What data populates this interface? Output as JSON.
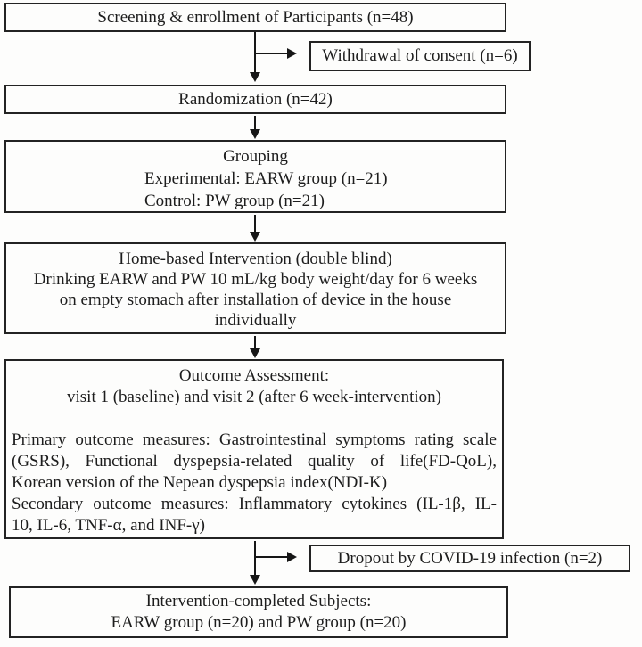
{
  "diagram": {
    "colors": {
      "border": "#232323",
      "text": "#1d1d1d",
      "background": "#fdfdfc",
      "arrow": "#161616"
    },
    "screening": {
      "text": "Screening & enrollment of Participants (n=48)"
    },
    "withdrawal": {
      "text": "Withdrawal of consent (n=6)"
    },
    "randomization": {
      "text": "Randomization (n=42)"
    },
    "grouping": {
      "title": "Grouping",
      "lines": [
        "Experimental: EARW group (n=21)",
        "Control: PW group (n=21)"
      ]
    },
    "intervention": {
      "lines": [
        "Home-based Intervention (double blind)",
        "Drinking EARW and PW 10 mL/kg body weight/day for 6 weeks",
        "on empty stomach after installation of device in the house",
        "individually"
      ]
    },
    "outcome": {
      "heading": "Outcome Assessment:",
      "visits": "visit 1 (baseline) and visit 2 (after 6 week-intervention)",
      "primary_lines": [
        "Primary outcome measures: Gastrointestinal symptoms rating scale",
        "(GSRS), Functional dyspepsia-related quality of life(FD-QoL),",
        "Korean version of the Nepean dyspepsia index(NDI-K)"
      ],
      "secondary_lines": [
        "Secondary outcome measures: Inflammatory cytokines (IL-1β, IL-",
        "10, IL-6, TNF-α, and INF-γ)"
      ]
    },
    "dropout": {
      "text": "Dropout by COVID-19 infection (n=2)"
    },
    "completed": {
      "lines": [
        "Intervention-completed Subjects:",
        "EARW group (n=20) and PW group (n=20)"
      ]
    }
  }
}
